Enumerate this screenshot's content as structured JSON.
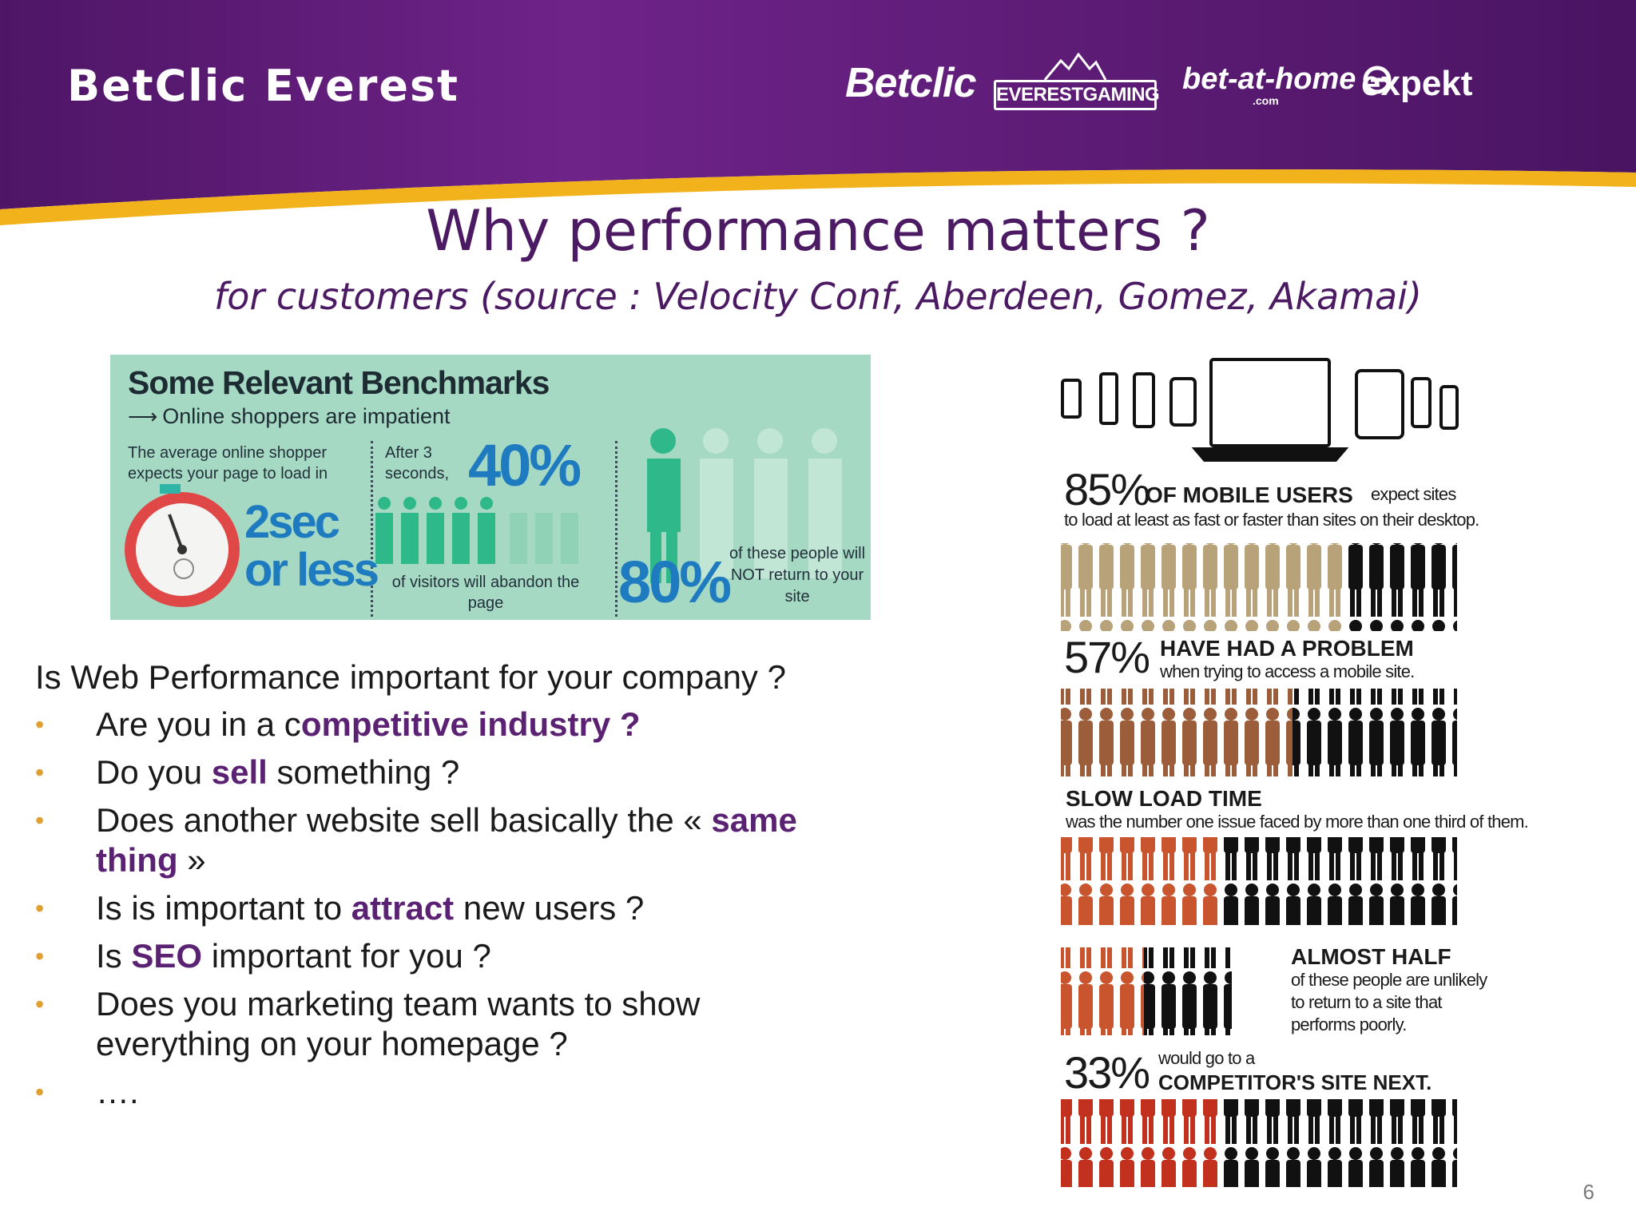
{
  "header": {
    "brand": "BetClic Everest",
    "logos": {
      "betclic": "Betclic",
      "everest": "EVERESTGAMING",
      "bet_at_home": "bet-at-home",
      "bet_at_home_sub": ".com",
      "expekt": "expekt"
    },
    "colors": {
      "band": "#5e1d78",
      "stripe": "#f2b21b"
    }
  },
  "title": "Why performance matters ?",
  "subtitle": "for customers (source : Velocity Conf, Aberdeen, Gomez, Akamai)",
  "benchmarks": {
    "title": "Some Relevant Benchmarks",
    "subtitle": "Online shoppers are impatient",
    "shopper_text": "The average online shopper expects your page to load in",
    "load_time": "2sec",
    "load_time_suffix": "or less",
    "after_text": "After 3 seconds,",
    "abandon_pct": "40%",
    "abandon_text": "of visitors will abandon the page",
    "return_pct": "80%",
    "return_text": "of these people will NOT return to your site"
  },
  "questions": {
    "heading": "Is Web Performance important for your company ?",
    "items": [
      {
        "pre": "Are you in a  c",
        "bold": "ompetitive industry ?",
        "post": ""
      },
      {
        "pre": "Do you ",
        "bold": "sell",
        "post": " something ?"
      },
      {
        "pre": "Does another website sell basically the « ",
        "bold": "same thing",
        "post": " »"
      },
      {
        "pre": "Is is important to ",
        "bold": "attract",
        "post": " new users ?"
      },
      {
        "pre": "Is ",
        "bold": "SEO",
        "post": "  important for you ?"
      },
      {
        "pre": "Does you marketing team wants to show everything on your homepage ?",
        "bold": "",
        "post": ""
      },
      {
        "pre": "….",
        "bold": "",
        "post": ""
      }
    ]
  },
  "infographic": {
    "stat1_pct": "85%",
    "stat1_caps": "OF MOBILE USERS",
    "stat1_tail": "expect sites",
    "stat1_line2": "to load at least as fast or faster than sites on their desktop.",
    "stat2_pct": "57%",
    "stat2_caps": "HAVE HAD A PROBLEM",
    "stat2_line2": "when trying to access a mobile site.",
    "stat3_caps": "SLOW LOAD TIME",
    "stat3_line2": "was the number one issue faced by more than one third of them.",
    "stat4_caps": "ALMOST HALF",
    "stat4_line2": "of these people are unlikely",
    "stat4_line3": "to return to a site that",
    "stat4_line4": "performs poorly.",
    "stat5_pct": "33%",
    "stat5_small": "would go to a",
    "stat5_caps": "COMPETITOR'S SITE NEXT."
  },
  "page_number": "6"
}
